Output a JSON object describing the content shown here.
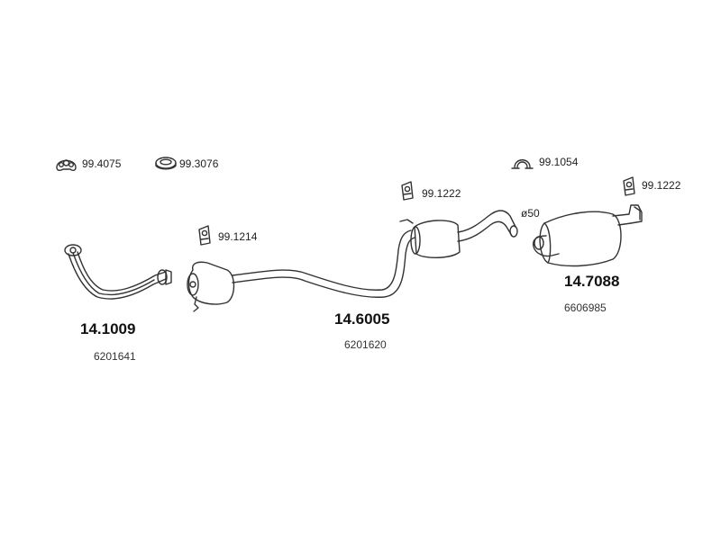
{
  "hardware": [
    {
      "code": "99.4075",
      "icon": "flange-gasket-icon"
    },
    {
      "code": "99.3076",
      "icon": "sealing-ring-icon"
    },
    {
      "code": "99.1054",
      "icon": "pipe-clamp-icon"
    },
    {
      "code": "99.1222",
      "icon": "rubber-hanger-icon"
    },
    {
      "code": "99.1214",
      "icon": "rubber-hanger-icon"
    },
    {
      "code": "99.1222",
      "icon": "rubber-hanger-icon"
    }
  ],
  "diameter_label": "ø50",
  "parts": [
    {
      "number": "14.1009",
      "oe": "6201641",
      "icon": "front-pipe-icon"
    },
    {
      "number": "14.6005",
      "oe": "6201620",
      "icon": "center-pipe-muffler-icon"
    },
    {
      "number": "14.7088",
      "oe": "6606985",
      "icon": "rear-muffler-icon"
    }
  ]
}
